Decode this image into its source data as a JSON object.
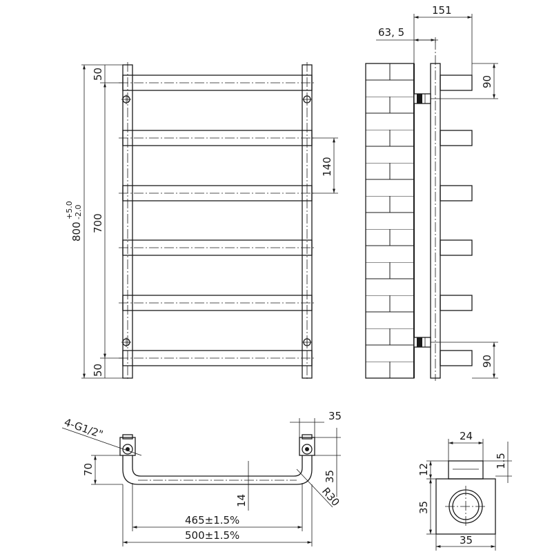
{
  "front_view": {
    "dim_total_height": "800",
    "dim_total_tol_upper": "+5.0",
    "dim_total_tol_lower": "-2.0",
    "dim_center_distance": "700",
    "dim_top_offset": "50",
    "dim_bottom_offset": "50",
    "dim_bar_spacing": "140"
  },
  "side_view": {
    "dim_depth": "151",
    "dim_wall_offset": "63, 5",
    "dim_top_bracket": "90",
    "dim_bottom_bracket": "90"
  },
  "top_view": {
    "label_thread": "4-G1/2\"",
    "dim_height": "70",
    "dim_bar_offset": "14",
    "dim_inlet_width": "35",
    "dim_inlet_height": "35",
    "dim_radius": "R30",
    "dim_inner_width": "465±1.5%",
    "dim_outer_width": "500±1.5%"
  },
  "section_view": {
    "dim_bar_width": "24",
    "dim_gap": "1.5",
    "dim_bar_height": "12",
    "dim_tube_height": "35",
    "dim_tube_width": "35"
  }
}
